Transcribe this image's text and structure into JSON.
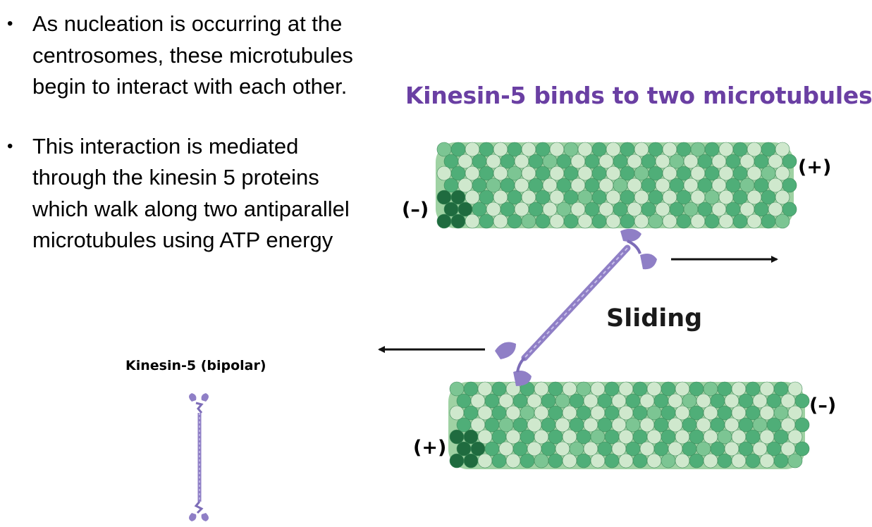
{
  "bullets": [
    "As nucleation is occurring at the centrosomes,  these microtubules begin to interact with each other.",
    "This interaction is mediated through the kinesin 5 proteins which walk along two antiparallel microtubules using ATP energy"
  ],
  "bullet_symbol": "•",
  "small_figure": {
    "title": "Kinesin-5 (bipolar)"
  },
  "main_figure": {
    "title": "Kinesin-5 binds to two microtubules",
    "top_microtubule": {
      "left_end": "(–)",
      "right_end": "(+)"
    },
    "bottom_microtubule": {
      "left_end": "(+)",
      "right_end": "(–)"
    },
    "motion_label": "Sliding"
  },
  "colors": {
    "title_purple": "#6a3fa3",
    "tubulin_light": "#cfe8cd",
    "tubulin_mid": "#4fae78",
    "tubulin_dark": "#1f6b3f",
    "kinesin": "#8f7fc6"
  }
}
